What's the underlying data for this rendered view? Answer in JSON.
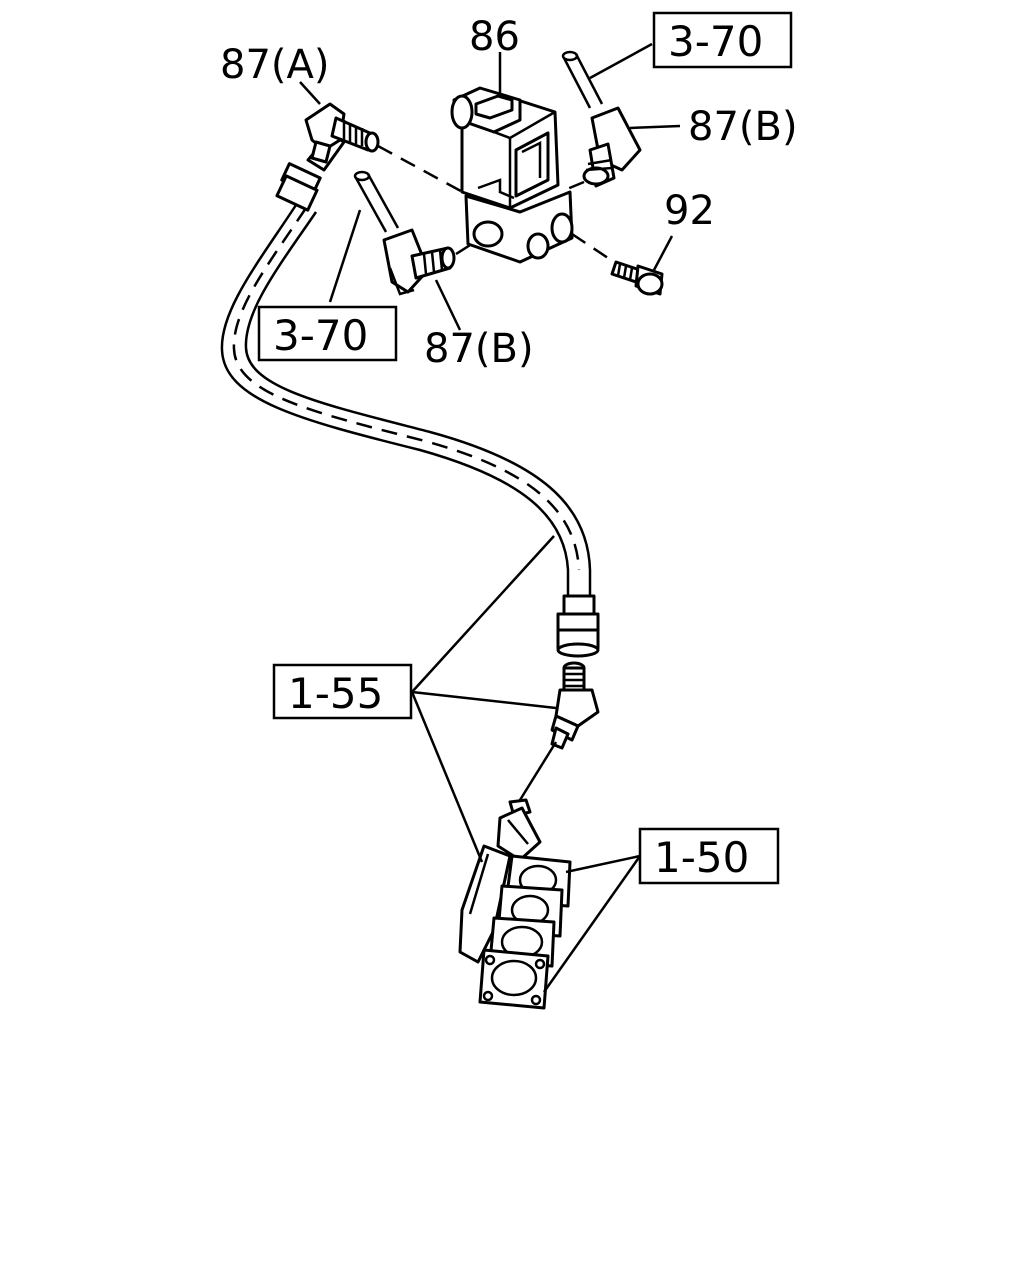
{
  "labels": {
    "solenoid": "86",
    "elbow_a": "87(A)",
    "elbow_b_top": "87(B)",
    "elbow_b_bottom": "87(B)",
    "bolt": "92"
  },
  "references": {
    "ref_top_right": "3-70",
    "ref_left": "3-70",
    "ref_middle": "1-55",
    "ref_bottom": "1-50"
  }
}
